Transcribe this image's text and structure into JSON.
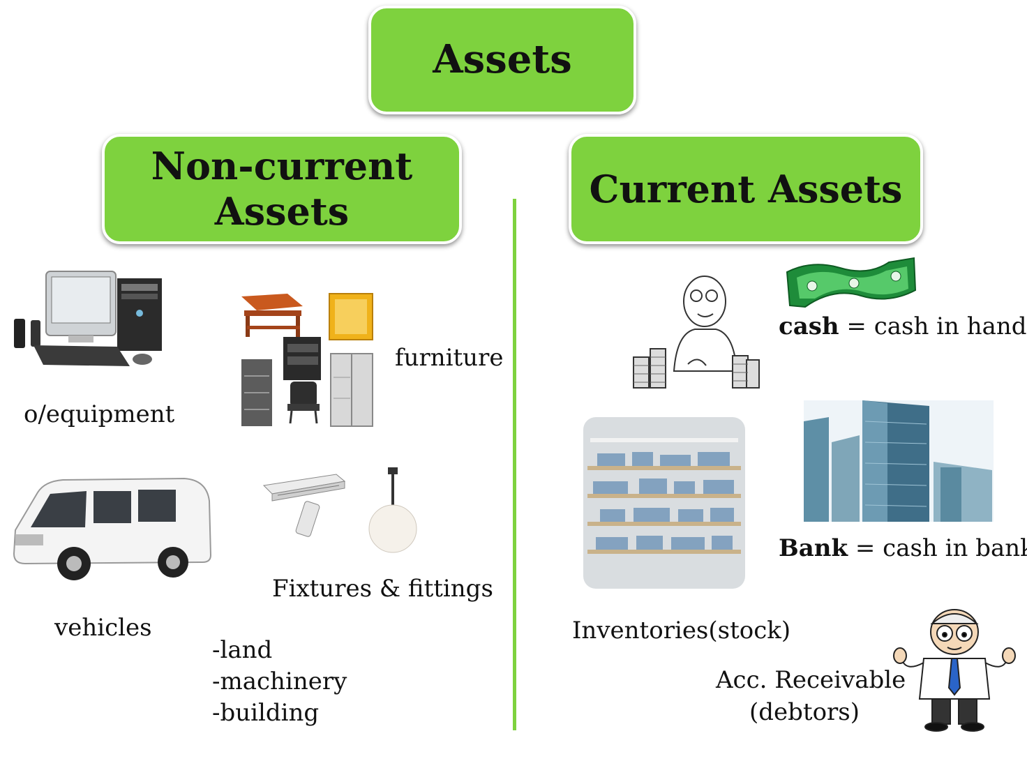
{
  "boxes": {
    "root": "Assets",
    "noncurrent_line1": "Non-current",
    "noncurrent_line2": "Assets",
    "current": "Current Assets"
  },
  "noncurrent": {
    "office_equipment": "o/equipment",
    "furniture": "furniture",
    "vehicles": "vehicles",
    "fixtures": "Fixtures & fittings",
    "others": [
      "-land",
      "-machinery",
      "-building"
    ]
  },
  "current": {
    "cash_bold": "cash",
    "cash_rest": " = cash in hand",
    "bank_bold": "Bank",
    "bank_rest": " = cash in bank",
    "inventories": "Inventories(stock)",
    "receivable_line1": "Acc. Receivable",
    "receivable_line2": "(debtors)"
  },
  "colors": {
    "box_green": "#7ed23e",
    "divider_green": "#7ed23e",
    "money_green": "#2e9d4a"
  },
  "icons": [
    "computer-icon",
    "furniture-icon",
    "van-icon",
    "fixtures-icon",
    "businessman-coins-icon",
    "banknotes-icon",
    "store-shelves-icon",
    "skyscraper-icon",
    "empty-pockets-man-icon"
  ]
}
